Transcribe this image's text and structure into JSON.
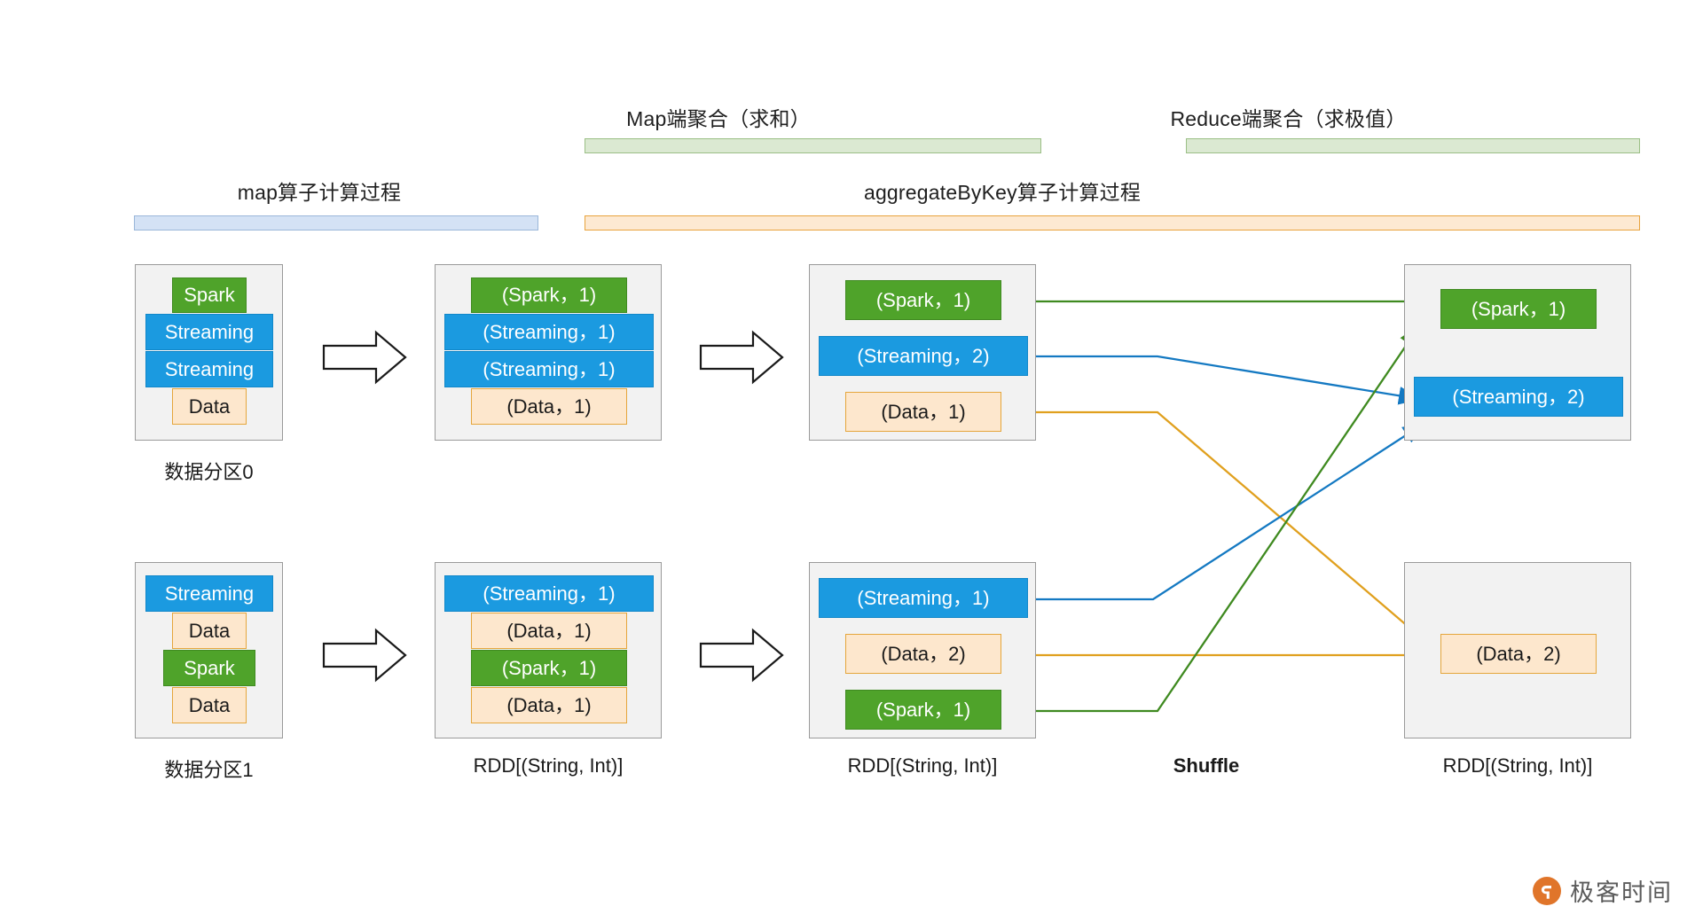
{
  "phases": {
    "map": {
      "title": "map算子计算过程",
      "bar_color": "#d4e2f5"
    },
    "aggregate": {
      "title": "aggregateByKey算子计算过程",
      "bar_color": "#fde9d2"
    },
    "map_side": {
      "title": "Map端聚合（求和）",
      "bar_color": "#dbe9d2"
    },
    "reduce_side": {
      "title": "Reduce端聚合（求极值）",
      "bar_color": "#dbe9d2"
    }
  },
  "colors": {
    "green": "#4fa32a",
    "blue": "#1b9ae0",
    "orange": "#fde7cd",
    "orange_border": "#e5a63c",
    "container_bg": "#f2f2f2",
    "container_border": "#9a9a9a",
    "watermark": "#e0752a"
  },
  "columns": [
    {
      "id": "source",
      "caption_top": "数据分区0",
      "caption_bottom": "数据分区1",
      "partitions": [
        {
          "id": "p0",
          "records": [
            {
              "text": "Spark",
              "color": "green"
            },
            {
              "text": "Streaming",
              "color": "blue"
            },
            {
              "text": "Streaming",
              "color": "blue"
            },
            {
              "text": "Data",
              "color": "orange"
            }
          ]
        },
        {
          "id": "p1",
          "records": [
            {
              "text": "Streaming",
              "color": "blue"
            },
            {
              "text": "Data",
              "color": "orange"
            },
            {
              "text": "Spark",
              "color": "green"
            },
            {
              "text": "Data",
              "color": "orange"
            }
          ]
        }
      ]
    },
    {
      "id": "mapped",
      "caption_top": "",
      "caption_bottom": "RDD[(String, Int)]",
      "partitions": [
        {
          "id": "m0",
          "records": [
            {
              "text": "(Spark，1)",
              "color": "green"
            },
            {
              "text": "(Streaming，1)",
              "color": "blue"
            },
            {
              "text": "(Streaming，1)",
              "color": "blue"
            },
            {
              "text": "(Data，1)",
              "color": "orange"
            }
          ]
        },
        {
          "id": "m1",
          "records": [
            {
              "text": "(Streaming，1)",
              "color": "blue"
            },
            {
              "text": "(Data，1)",
              "color": "orange"
            },
            {
              "text": "(Spark，1)",
              "color": "green"
            },
            {
              "text": "(Data，1)",
              "color": "orange"
            }
          ]
        }
      ]
    },
    {
      "id": "map-aggregated",
      "caption_top": "",
      "caption_bottom": "RDD[(String, Int)]",
      "partitions": [
        {
          "id": "a0",
          "records": [
            {
              "text": "(Spark，1)",
              "color": "green"
            },
            {
              "text": "(Streaming，2)",
              "color": "blue"
            },
            {
              "text": "(Data，1)",
              "color": "orange"
            }
          ]
        },
        {
          "id": "a1",
          "records": [
            {
              "text": "(Streaming，1)",
              "color": "blue"
            },
            {
              "text": "(Data，2)",
              "color": "orange"
            },
            {
              "text": "(Spark，1)",
              "color": "green"
            }
          ]
        }
      ]
    },
    {
      "id": "reduced",
      "caption_top": "",
      "caption_bottom": "RDD[(String, Int)]",
      "partitions": [
        {
          "id": "r0",
          "records": [
            {
              "text": "(Spark，1)",
              "color": "green"
            },
            {
              "text": "(Streaming，2)",
              "color": "blue"
            }
          ]
        },
        {
          "id": "r1",
          "records": [
            {
              "text": "(Data，2)",
              "color": "orange"
            }
          ]
        }
      ]
    }
  ],
  "shuffle_label": "Shuffle",
  "watermark": {
    "text": "极客时间"
  }
}
